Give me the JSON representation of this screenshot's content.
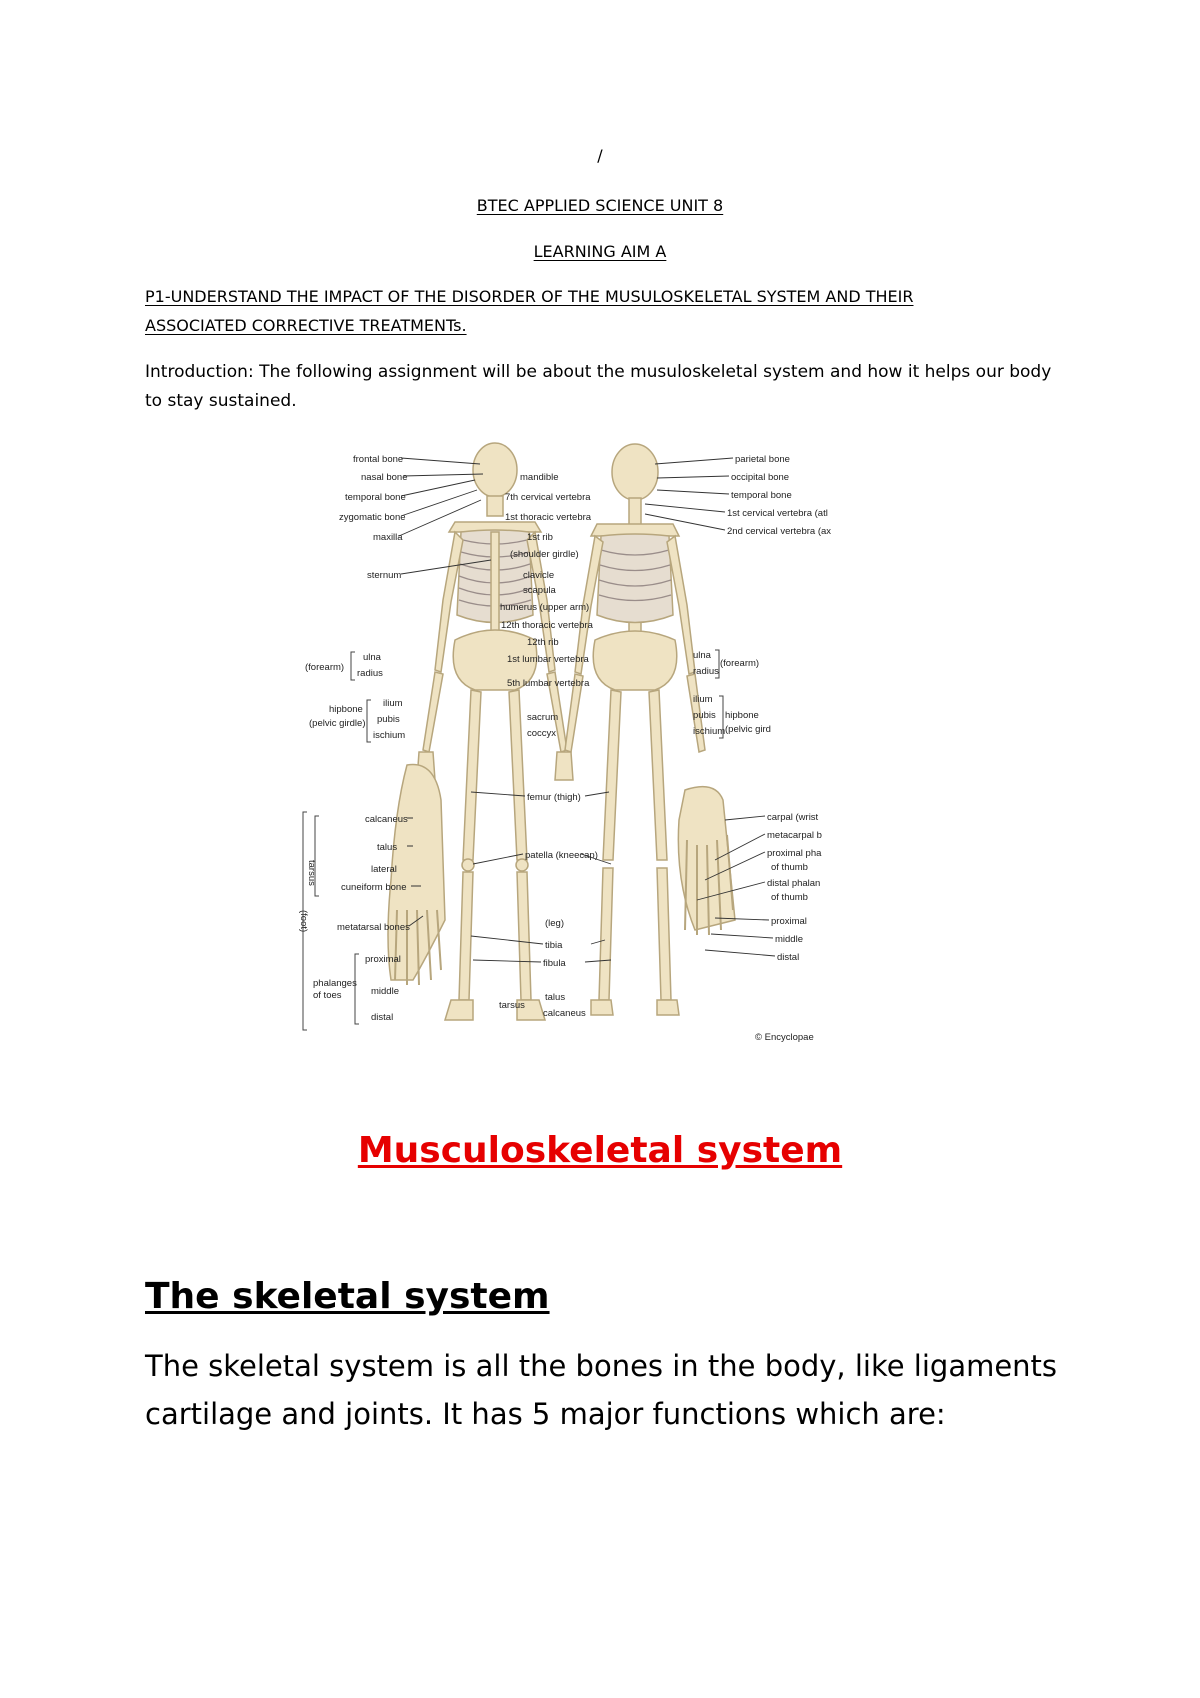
{
  "header": {
    "mark": "/",
    "course": "BTEC APPLIED SCIENCE UNIT 8",
    "aim": "LEARNING AIM A",
    "criterion_line1": "P1-UNDERSTAND THE IMPACT OF THE DISORDER OF THE MUSULOSKELETAL SYSTEM AND THEIR",
    "criterion_line2": "ASSOCIATED CORRECTIVE TREATMENTs."
  },
  "intro": "Introduction: The following assignment will be about the musuloskeletal system and how it helps our body to stay sustained.",
  "figure": {
    "labels_left": [
      "frontal bone",
      "nasal bone",
      "temporal bone",
      "zygomatic bone",
      "maxilla",
      "sternum"
    ],
    "labels_center": [
      "mandible",
      "7th cervical vertebra",
      "1st thoracic vertebra",
      "1st rib",
      "(shoulder girdle)",
      "clavicle",
      "scapula",
      "humerus (upper arm)",
      "12th thoracic vertebra",
      "12th rib",
      "1st lumbar vertebra",
      "5th lumbar vertebra",
      "sacrum",
      "coccyx"
    ],
    "labels_right": [
      "parietal bone",
      "occipital bone",
      "temporal bone",
      "1st cervical vertebra (atl",
      "2nd cervical vertebra (ax"
    ],
    "forearm_left": [
      "ulna",
      "radius",
      "(forearm)"
    ],
    "hip_left": [
      "ilium",
      "pubis",
      "ischium",
      "hipbone",
      "(pelvic girdle)"
    ],
    "forearm_right": [
      "ulna",
      "radius",
      "(forearm)"
    ],
    "hip_right": [
      "ilium",
      "pubis",
      "ischium",
      "hipbone",
      "(pelvic gird"
    ],
    "foot": [
      "calcaneus",
      "talus",
      "lateral",
      "cuneiform bone",
      "metatarsal bones",
      "proximal",
      "middle",
      "distal",
      "phalanges",
      "of toes",
      "tarsus",
      "(foot)"
    ],
    "leg_center": [
      "femur (thigh)",
      "patella (kneecap)",
      "(leg)",
      "tibia",
      "fibula",
      "tarsus",
      "talus",
      "calcaneus"
    ],
    "hand": [
      "carpal (wrist",
      "metacarpal b",
      "proximal pha",
      "of thumb",
      "distal phalan",
      "of thumb",
      "proximal",
      "middle",
      "distal"
    ],
    "credit": "© Encyclopae"
  },
  "section_title": "Musculoskeletal system",
  "heading": "The skeletal system",
  "paragraph": "The skeletal system is all the bones in the body, like ligaments cartilage and joints. It has 5 major functions which are:"
}
